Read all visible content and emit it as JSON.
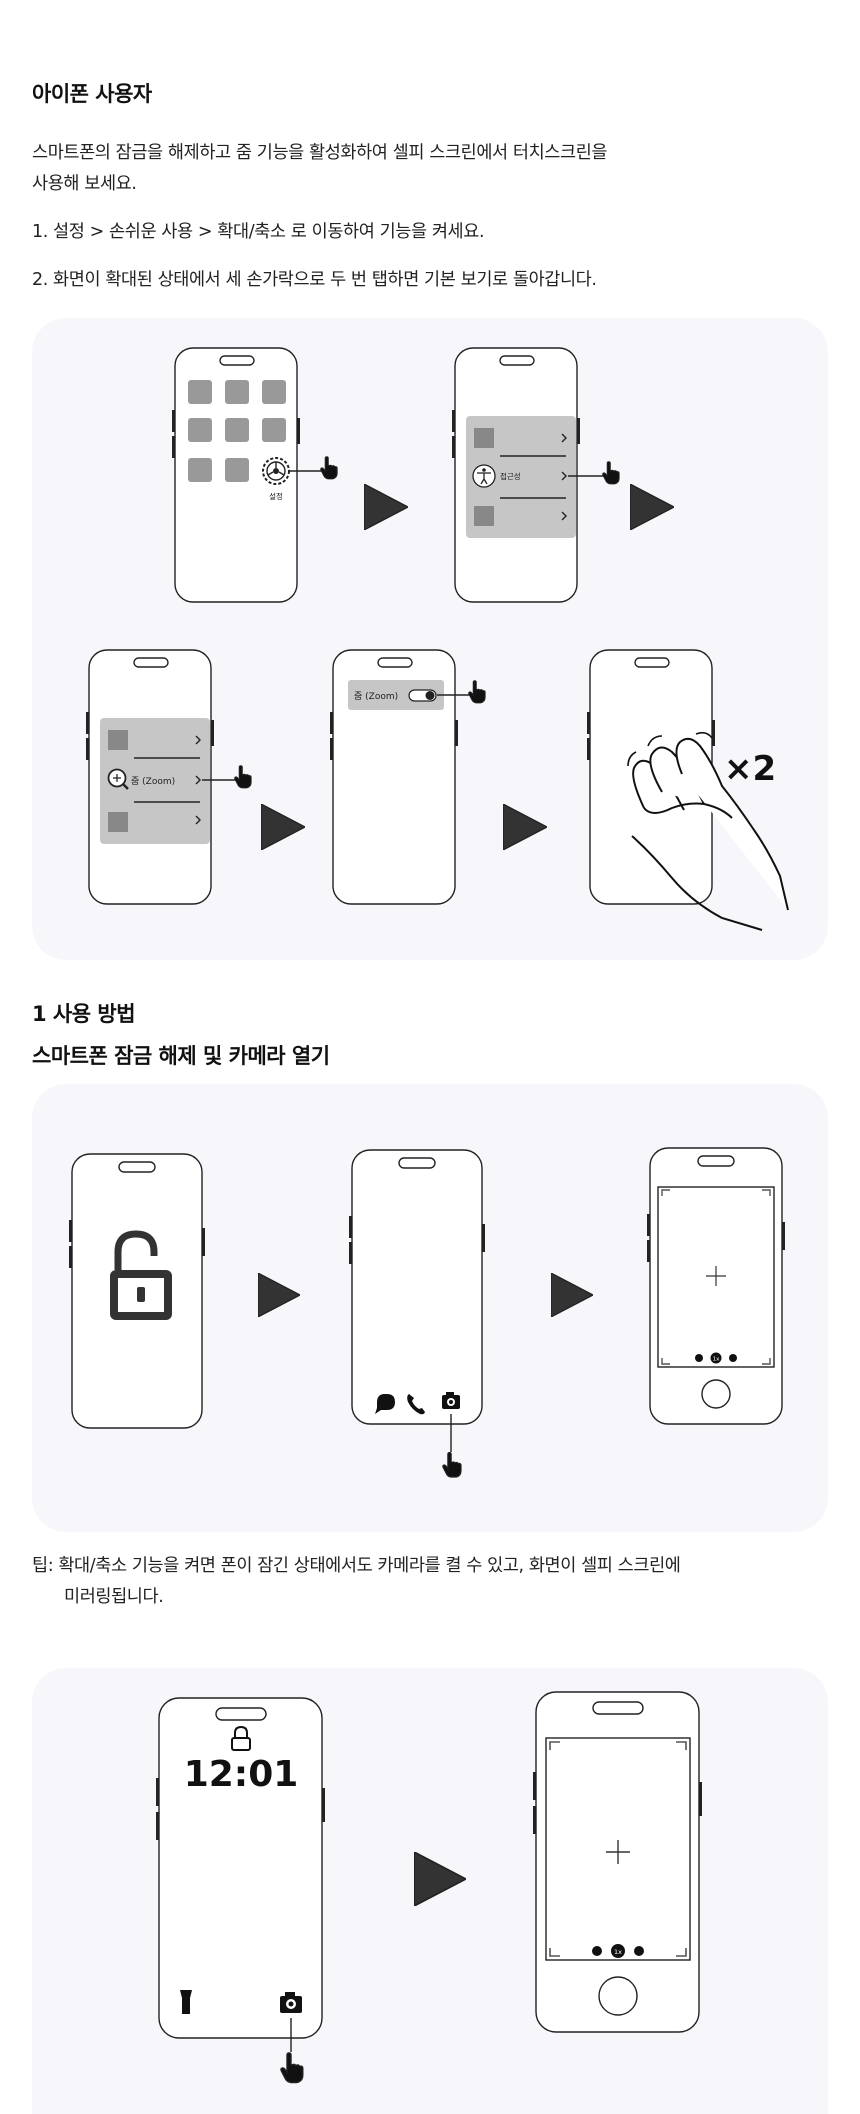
{
  "iphone_section": {
    "heading": "아이폰 사용자",
    "intro_line1": "스마트폰의 잠금을 해제하고 줌 기능을 활성화하여 셀피 스크린에서 터치스크린을",
    "intro_line2": "사용해 보세요.",
    "step1": "1. 설정 > 손쉬운 사용 > 확대/축소 로 이동하여 기능을 켜세요.",
    "step2": "2. 화면이 확대된 상태에서 세 손가락으로 두 번 탭하면 기본 보기로 돌아갑니다."
  },
  "figure1": {
    "settings_label": "설정",
    "accessibility_label": "접근성",
    "zoom_menu_label": "줌 (Zoom)",
    "zoom_toggle_label": "줌 (Zoom)",
    "double_tap_label": "×2"
  },
  "usage_section": {
    "heading": "1 사용 방법",
    "subheading": "스마트폰 잠금 해제 및 카메라 열기"
  },
  "figure2": {
    "camera_zoom_label": "1x"
  },
  "tip": {
    "line1": "팁: 확대/축소 기능을 켜면 폰이 잠긴 상태에서도 카메라를 켤 수 있고, 화면이 셀피 스크린에",
    "line2": "미러링됩니다."
  },
  "figure3": {
    "lock_time": "12:01",
    "camera_zoom_label": "1x"
  }
}
